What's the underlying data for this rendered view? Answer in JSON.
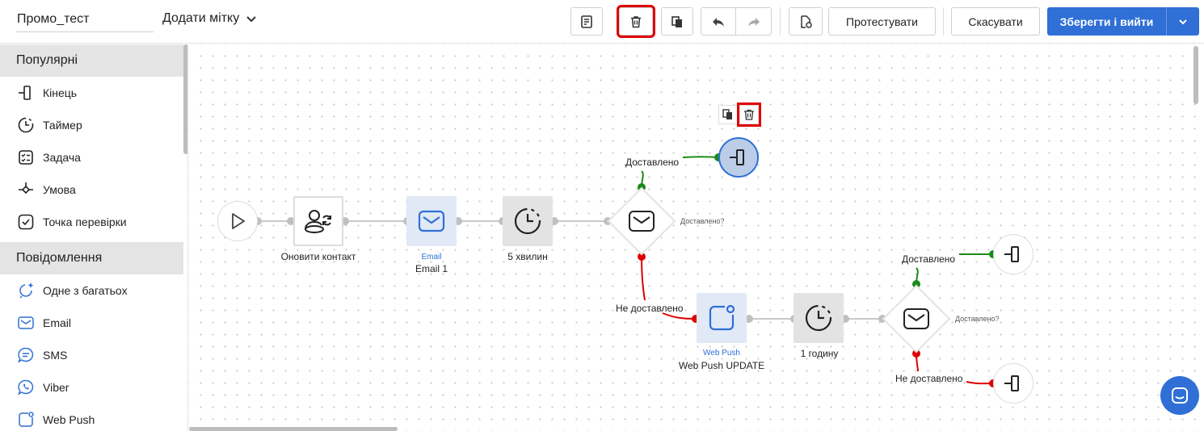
{
  "header": {
    "campaign_name": "Промо_тест",
    "add_tag_label": "Додати мітку",
    "test_label": "Протестувати",
    "cancel_label": "Скасувати",
    "save_label": "Зберегти і вийти"
  },
  "sidebar": {
    "popular_title": "Популярні",
    "popular_items": [
      {
        "label": "Кінець",
        "icon": "end-icon"
      },
      {
        "label": "Таймер",
        "icon": "timer-icon"
      },
      {
        "label": "Задача",
        "icon": "task-icon"
      },
      {
        "label": "Умова",
        "icon": "condition-icon"
      },
      {
        "label": "Точка перевірки",
        "icon": "checkpoint-icon"
      }
    ],
    "messages_title": "Повідомлення",
    "message_items": [
      {
        "label": "Одне з багатьох",
        "icon": "sparkle-icon"
      },
      {
        "label": "Email",
        "icon": "email-icon"
      },
      {
        "label": "SMS",
        "icon": "sms-icon"
      },
      {
        "label": "Viber",
        "icon": "viber-icon"
      },
      {
        "label": "Web Push",
        "icon": "webpush-icon"
      }
    ]
  },
  "flow": {
    "update_contact": "Оновити контакт",
    "email_type": "Email",
    "email_name": "Email 1",
    "timer1": "5 хвилин",
    "cond1_question": "Доставлено?",
    "delivered": "Доставлено",
    "not_delivered": "Не доставлено",
    "webpush_type": "Web Push",
    "webpush_name": "Web Push UPDATE",
    "timer2": "1 годину",
    "cond2_question": "Доставлено?",
    "delivered2": "Доставлено",
    "not_delivered2": "Не доставлено"
  },
  "colors": {
    "accent": "#2f6fd6",
    "success": "#1a8a1a",
    "failure": "#e00000",
    "highlight": "#e00000"
  }
}
